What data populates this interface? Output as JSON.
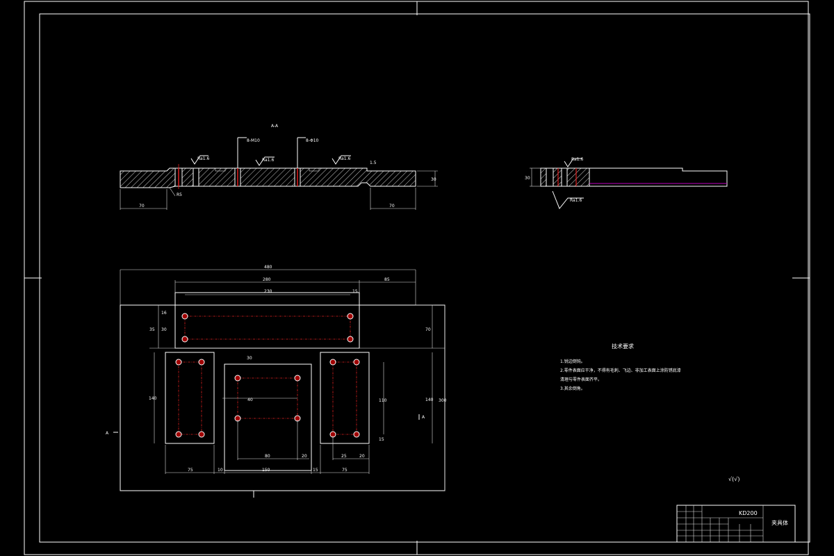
{
  "section_view": {
    "title": "A-A",
    "roughness_1": "Ra1.6",
    "roughness_2": "Ra1.6",
    "roughness_3": "Ra1.6",
    "hole_callout_1": "8-M10",
    "hole_callout_2": "8-Φ10",
    "dim_left": "70",
    "dim_right": "70",
    "dim_thickness": "30",
    "dim_r": "R5",
    "dim_small": "1.5"
  },
  "side_view": {
    "roughness_top": "Ra1.6",
    "roughness_bottom": "Ra1.6",
    "dim_thickness": "30"
  },
  "plan_view": {
    "dim_overall_width": "480",
    "dim_slot_width": "280",
    "dim_hole_spacing": "230",
    "dim_edge_15": "15",
    "dim_right_85": "85",
    "dim_top_35": "35",
    "dim_top_30": "30",
    "dim_top_16": "16",
    "dim_left_140": "140",
    "dim_center_30": "30",
    "dim_center_40": "40",
    "dim_right_70": "70",
    "dim_right_110": "110",
    "dim_right_140": "140",
    "dim_right_300": "300",
    "dim_right_15": "15",
    "dim_bottom_75a": "75",
    "dim_bottom_10": "10",
    "dim_bottom_150": "150",
    "dim_bottom_15": "15",
    "dim_bottom_75b": "75",
    "dim_inner_80": "80",
    "dim_inner_20a": "20",
    "dim_inner_25": "25",
    "dim_inner_20b": "20",
    "section_mark_left": "A",
    "section_mark_right": "A"
  },
  "tech_requirements": {
    "title": "技术要求",
    "item1": "1.锐边倒钝。",
    "item2a": "2.零件表面应干净，不得有毛刺、飞边、非加工表面上涂防锈底漆",
    "item2b": "清理与零件表面齐平。",
    "item3": "3.其余倒角。"
  },
  "roughness_general": "√(√)",
  "title_block": {
    "code": "KD200",
    "name": "夹具体"
  }
}
